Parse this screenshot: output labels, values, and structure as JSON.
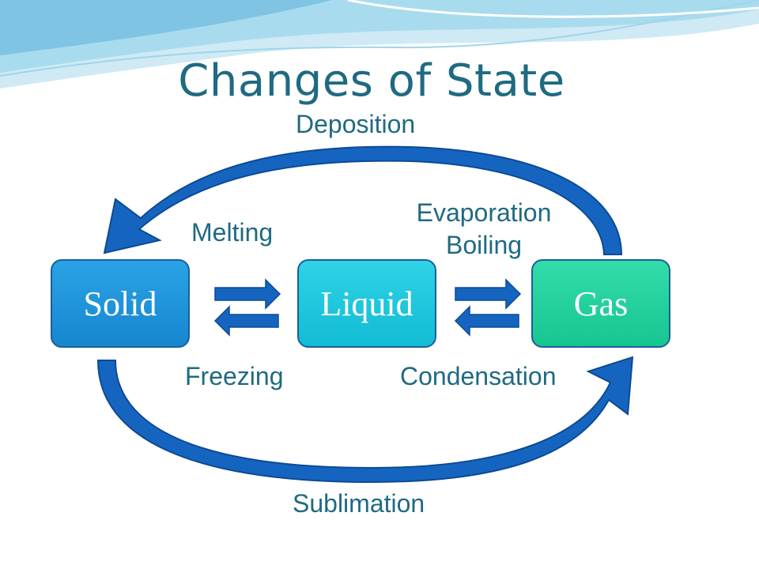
{
  "title": "Changes of State",
  "states": {
    "solid": "Solid",
    "liquid": "Liquid",
    "gas": "Gas"
  },
  "transitions": {
    "deposition": "Deposition",
    "melting": "Melting",
    "evaporation": "Evaporation",
    "boiling": "Boiling",
    "freezing": "Freezing",
    "condensation": "Condensation",
    "sublimation": "Sublimation"
  },
  "colors": {
    "title": "#1f6a82",
    "solid": "#1a8fd6",
    "liquid": "#14c3d9",
    "gas": "#1ecf9a",
    "arrow": "#1565c0"
  }
}
